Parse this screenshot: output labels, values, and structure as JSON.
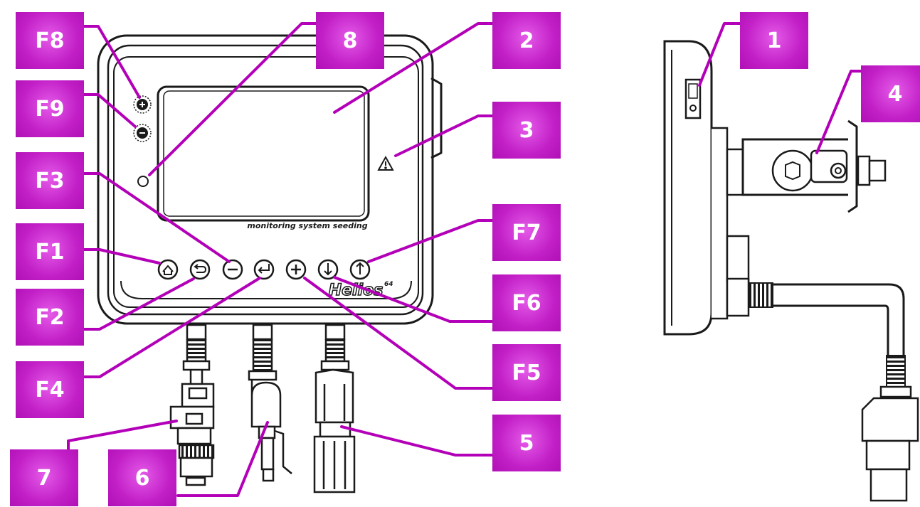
{
  "device": {
    "screen_caption": "monitoring system seeding",
    "brand_logo": "Helios",
    "brand_suffix": "64",
    "warning_icon": "warning-triangle-icon",
    "buttons": [
      {
        "id": "F1",
        "icon": "home-icon"
      },
      {
        "id": "F2",
        "icon": "back-icon"
      },
      {
        "id": "F3",
        "icon": "minus-icon"
      },
      {
        "id": "F4",
        "icon": "enter-icon"
      },
      {
        "id": "F5",
        "icon": "plus-icon"
      },
      {
        "id": "F6",
        "icon": "arrow-down-icon"
      },
      {
        "id": "F7",
        "icon": "arrow-up-icon"
      },
      {
        "id": "F8",
        "icon": "zoom-in-icon"
      },
      {
        "id": "F9",
        "icon": "zoom-out-icon"
      }
    ]
  },
  "callouts": {
    "f8": "F8",
    "f9": "F9",
    "f3": "F3",
    "f1": "F1",
    "f2": "F2",
    "f4": "F4",
    "n8": "8",
    "n2": "2",
    "n3": "3",
    "f7": "F7",
    "f6": "F6",
    "f5": "F5",
    "n5": "5",
    "n7": "7",
    "n6": "6",
    "n1": "1",
    "n4": "4"
  },
  "colors": {
    "callout": "#c21fc7",
    "leader_line": "#b300b8",
    "outline": "#1a1a1a",
    "background": "#ffffff"
  }
}
